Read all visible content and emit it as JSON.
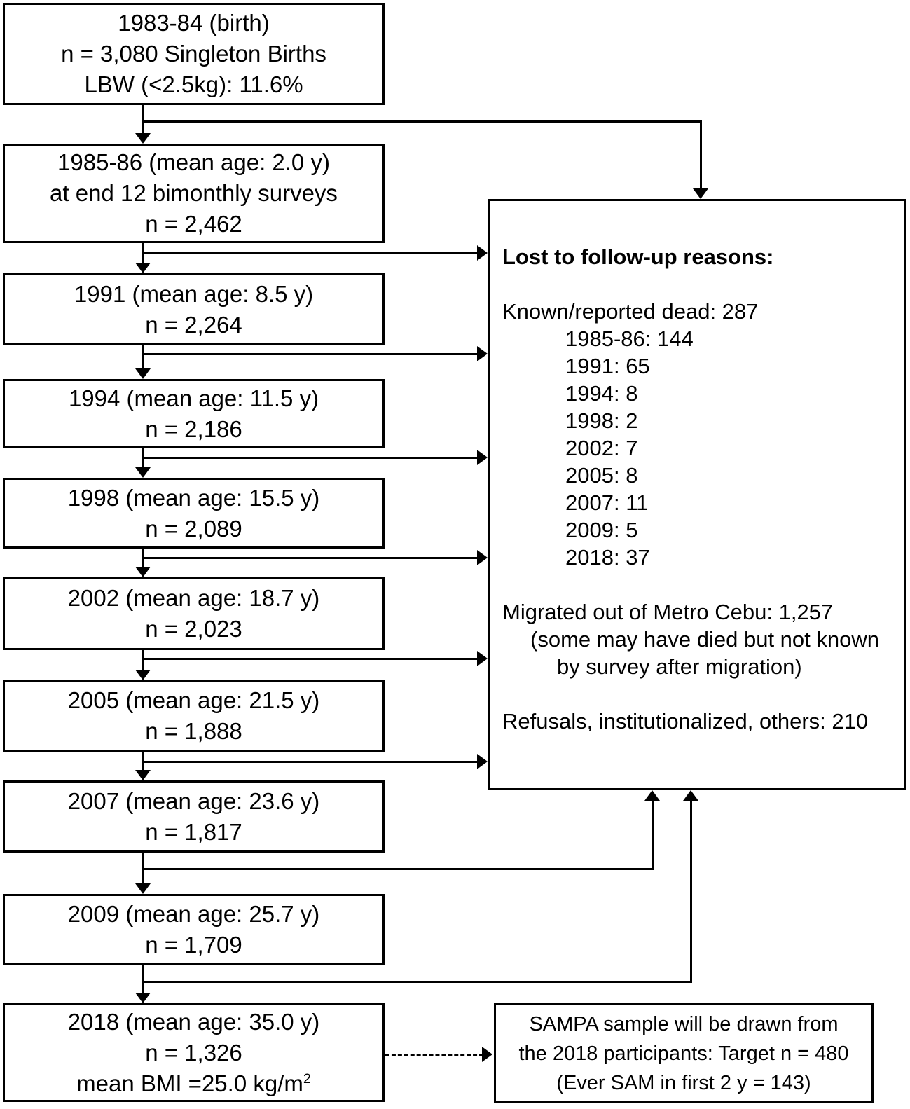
{
  "stages": [
    {
      "lines": [
        "1983-84 (birth)",
        "n = 3,080 Singleton Births",
        "LBW (<2.5kg): 11.6%"
      ]
    },
    {
      "lines": [
        "1985-86 (mean age: 2.0 y)",
        "at end 12 bimonthly surveys",
        "n = 2,462"
      ]
    },
    {
      "lines": [
        "1991 (mean age: 8.5 y)",
        "n = 2,264"
      ]
    },
    {
      "lines": [
        "1994 (mean age: 11.5 y)",
        "n = 2,186"
      ]
    },
    {
      "lines": [
        "1998 (mean age: 15.5 y)",
        "n = 2,089"
      ]
    },
    {
      "lines": [
        "2002 (mean age: 18.7 y)",
        "n = 2,023"
      ]
    },
    {
      "lines": [
        "2005 (mean age: 21.5 y)",
        "n = 1,888"
      ]
    },
    {
      "lines": [
        "2007 (mean age: 23.6 y)",
        "n = 1,817"
      ]
    },
    {
      "lines": [
        "2009 (mean age: 25.7 y)",
        "n = 1,709"
      ]
    },
    {
      "lines": [
        "2018 (mean age: 35.0 y)",
        "n = 1,326"
      ],
      "bmi_prefix": "mean BMI =25.0 kg/m",
      "bmi_superscript": "2"
    }
  ],
  "lost_box": {
    "title": "Lost to follow-up reasons:",
    "dead_header": "Known/reported dead: 287",
    "dead_by_year": [
      "1985-86: 144",
      "1991: 65",
      "1994: 8",
      "1998: 2",
      "2002: 7",
      "2005: 8",
      "2007: 11",
      "2009: 5",
      "2018: 37"
    ],
    "migrated_line": "Migrated out of Metro Cebu: 1,257",
    "migrated_note_line1": "(some may have died but not known",
    "migrated_note_line2": "by survey after migration)",
    "refusals_line": "Refusals, institutionalized, others: 210"
  },
  "sampa_box": {
    "lines": [
      "SAMPA sample will be drawn from",
      "the 2018 participants: Target n = 480",
      "(Ever SAM in first 2 y = 143)"
    ]
  },
  "colors": {
    "line": "#000000",
    "background": "#ffffff",
    "text": "#000000"
  }
}
